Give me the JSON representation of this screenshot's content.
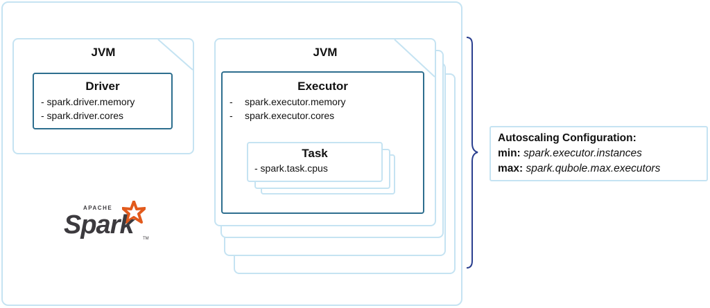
{
  "driver_jvm": {
    "title": "JVM",
    "driver": {
      "title": "Driver",
      "items": [
        "- spark.driver.memory",
        "- spark.driver.cores"
      ]
    }
  },
  "executor_jvm": {
    "title": "JVM",
    "executor": {
      "title": "Executor",
      "items": [
        "spark.executor.memory",
        "spark.executor.cores"
      ],
      "bullet": "-"
    },
    "task": {
      "title": "Task",
      "items": [
        "- spark.task.cpus"
      ]
    }
  },
  "logo": {
    "apache": "APACHE",
    "spark": "Spark",
    "tm": "TM"
  },
  "autoscaling": {
    "title": "Autoscaling Configuration:",
    "min_label": "min:",
    "min_value": "spark.executor.instances",
    "max_label": "max:",
    "max_value": "spark.qubole.max.executors"
  },
  "colors": {
    "light_border": "#c5e3f2",
    "dark_border": "#2d6e8e",
    "brace": "#2a3f8f",
    "spark_orange": "#e25a1c",
    "spark_gray": "#3c3a3e"
  }
}
